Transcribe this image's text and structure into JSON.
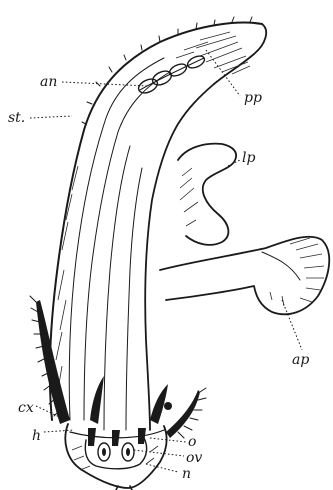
{
  "labels": {
    "an": "an",
    "st": "st.",
    "pp": "pp",
    "lp": "lp",
    "ap": "ap",
    "cx": "cx",
    "h": "h",
    "o": "o",
    "ov": "ov",
    "n": "n"
  }
}
